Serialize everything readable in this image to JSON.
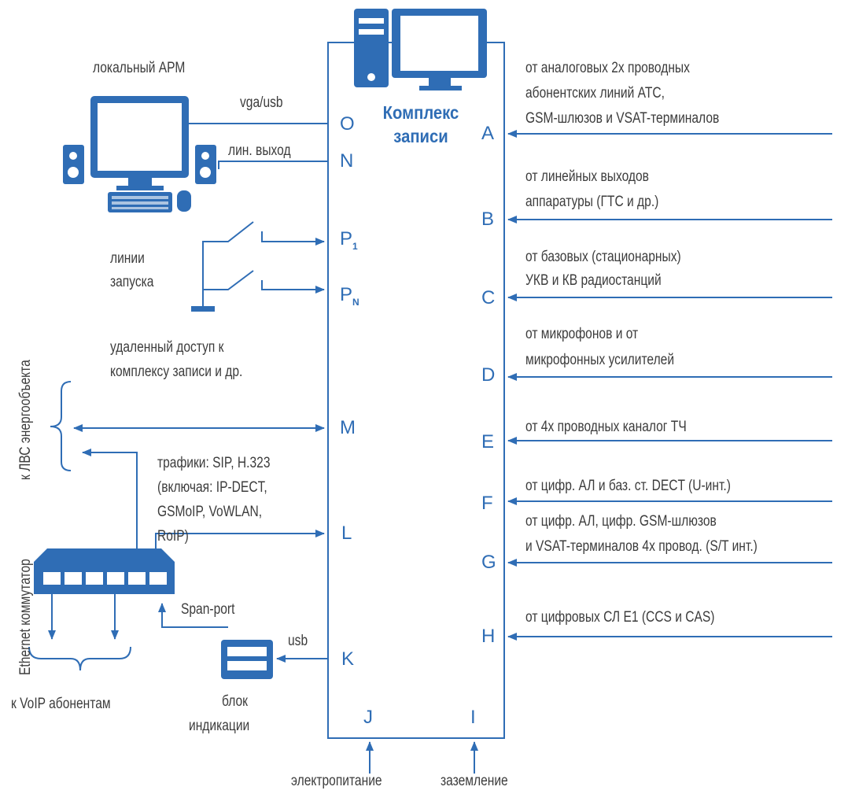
{
  "title": "Комплекс записи",
  "ports": {
    "O": "O",
    "N": "N",
    "P1": "P",
    "P1_sub": "1",
    "PN": "P",
    "PN_sub": "N",
    "M": "M",
    "L": "L",
    "K": "K",
    "J": "J",
    "I": "I",
    "A": "A",
    "B": "B",
    "C": "C",
    "D": "D",
    "E": "E",
    "F": "F",
    "G": "G",
    "H": "H"
  },
  "left": {
    "arm": "локальный АРМ",
    "vga_usb": "vga/usb",
    "line_out": "лин. выход",
    "trigger_lines": [
      "линии",
      "запуска"
    ],
    "remote_access": [
      "удаленный доступ к",
      "комплексу записи и др."
    ],
    "traffic": [
      "трафики: SIP, H.323",
      "(включая: IP-DECT,",
      "GSMoIP, VoWLAN,",
      "RoIP)"
    ],
    "span_port": "Span-port",
    "usb": "usb",
    "indicator": [
      "блок",
      "индикации"
    ],
    "voip": "к VoIP абонентам",
    "lan_vertical": "к ЛВС энергообъекта",
    "switch_vertical": "Ethernet коммутатор"
  },
  "bottom": {
    "power": "электропитание",
    "ground": "заземление"
  },
  "right": {
    "A": [
      "от аналоговых 2х проводных",
      "абонентских линий АТС,",
      "GSM-шлюзов и VSAT-терминалов"
    ],
    "B": [
      "от линейных выходов",
      "аппаратуры (ГТС и др.)"
    ],
    "C": [
      "от базовых (стационарных)",
      "УКВ и КВ радиостанций"
    ],
    "D": [
      "от микрофонов и от",
      "микрофонных усилителей"
    ],
    "E": [
      "от 4х проводных каналог ТЧ"
    ],
    "F": [
      "от цифр. АЛ и баз. ст. DECT (U-инт.)"
    ],
    "G": [
      "от цифр. АЛ, цифр. GSM-шлюзов",
      "и VSAT-терминалов 4х провод. (S/T инт.)"
    ],
    "H": [
      "от цифровых СЛ Е1 (CCS и CAS)"
    ]
  },
  "colors": {
    "accent": "#2f6db5",
    "text": "#3c3c3c"
  },
  "icons": [
    "computer-icon",
    "monitor-icon",
    "speaker-icon",
    "keyboard-icon",
    "mouse-icon",
    "switch-icon",
    "indicator-box-icon",
    "ground-icon",
    "relay-contact-icon"
  ]
}
